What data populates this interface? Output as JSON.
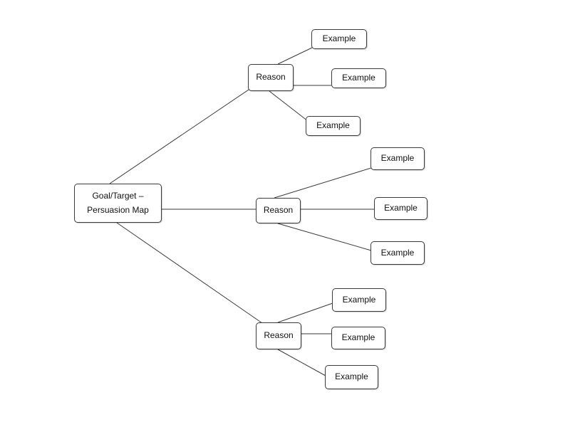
{
  "root": {
    "line1": "Goal/Target –",
    "line2": "Persuasion Map"
  },
  "branches": [
    {
      "reason": "Reason",
      "examples": [
        "Example",
        "Example",
        "Example"
      ]
    },
    {
      "reason": "Reason",
      "examples": [
        "Example",
        "Example",
        "Example"
      ]
    },
    {
      "reason": "Reason",
      "examples": [
        "Example",
        "Example",
        "Example"
      ]
    }
  ],
  "colors": {
    "line": "#3a3a3a",
    "border": "#3a3a3a",
    "background": "#ffffff"
  }
}
